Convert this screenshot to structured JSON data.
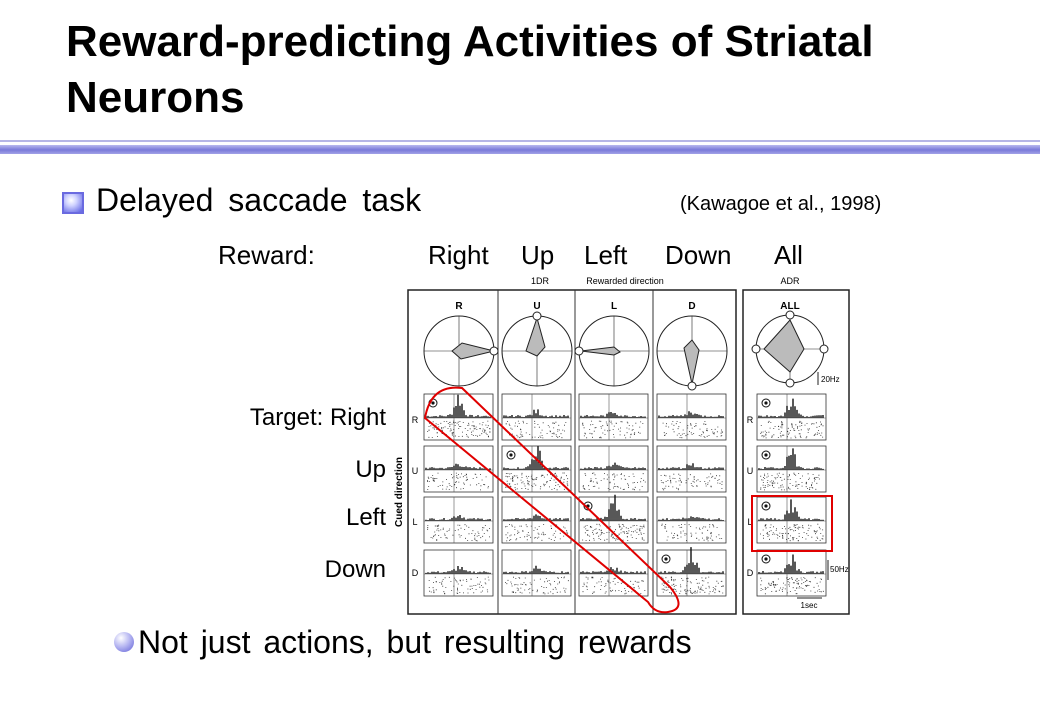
{
  "title": "Reward-predicting Activities of Striatal Neurons",
  "bullet": {
    "text": "Delayed saccade task",
    "citation": "(Kawagoe et al., 1998)"
  },
  "reward_row": {
    "label": "Reward:",
    "directions": [
      "Right",
      "Up",
      "Left",
      "Down",
      "All"
    ]
  },
  "target_rows": {
    "label": "Target:",
    "directions": [
      "Right",
      "Up",
      "Left",
      "Down"
    ]
  },
  "figure": {
    "top_label_1dr": "1DR",
    "top_label_rewarded": "Rewarded direction",
    "top_label_adr": "ADR",
    "polar_labels": [
      "R",
      "U",
      "L",
      "D",
      "ALL"
    ],
    "row_letters": [
      "R",
      "U",
      "L",
      "D"
    ],
    "axis_label": "Cued direction",
    "scale_polar": "20Hz",
    "scale_hist": "50Hz",
    "scale_time": "1sec"
  },
  "sub_bullet": {
    "text": "Not just actions, but resulting rewards"
  },
  "colors": {
    "highlight": "#e00000",
    "accent": "#6a6ae0"
  }
}
